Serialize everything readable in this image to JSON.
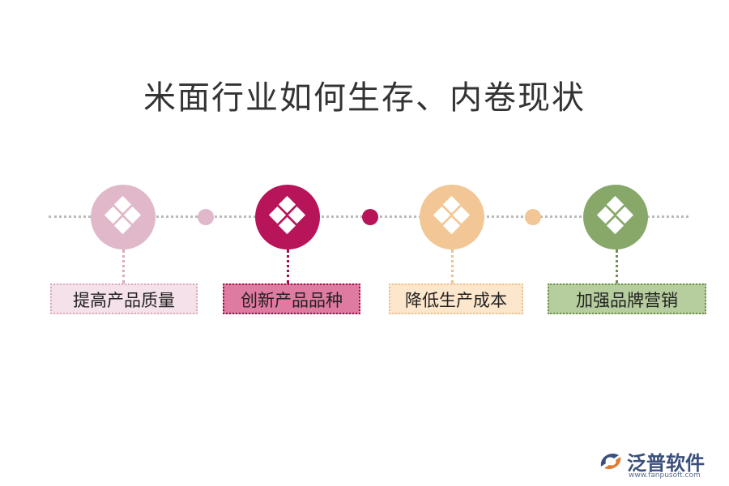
{
  "title": "米面行业如何生存、内卷现状",
  "steps": [
    {
      "label": "提高产品质量",
      "circle_color": "#e0b8c9",
      "box_fill": "#f5e1ea",
      "box_border": "#d9a9bd",
      "stem_color": "#d9a9bd"
    },
    {
      "label": "创新产品品种",
      "circle_color": "#b8145a",
      "box_fill": "#df7aa1",
      "box_border": "#a00f4d",
      "stem_color": "#a00f4d"
    },
    {
      "label": "降低生产成本",
      "circle_color": "#f2c795",
      "box_fill": "#fce6cc",
      "box_border": "#ecc08f",
      "stem_color": "#ecc08f"
    },
    {
      "label": "加强品牌营销",
      "circle_color": "#88a86a",
      "box_fill": "#b6cd9d",
      "box_border": "#6f9150",
      "stem_color": "#6f9150"
    }
  ],
  "connector_dots": [
    "#e0b8c9",
    "#b8145a",
    "#f2c795"
  ],
  "logo": {
    "name": "泛普软件",
    "url": "www.fanpusoft.com",
    "icon": "fanpu-logo-icon"
  },
  "icon": "diamond-grid-icon"
}
